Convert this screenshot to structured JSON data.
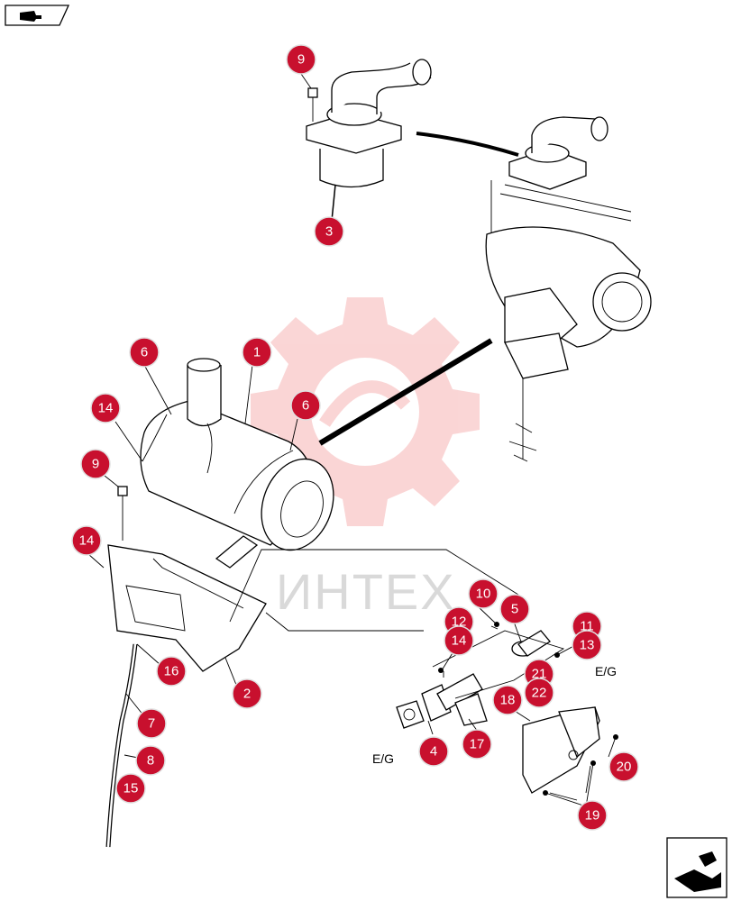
{
  "nav": {
    "top_icon": "book-arrow-icon",
    "bottom_icon": "book-return-icon"
  },
  "watermark": {
    "text": "ИНТЕХ",
    "color": "#f5b8b8"
  },
  "callout_color": "#c8102e",
  "callouts": [
    {
      "id": "c9a",
      "label": "9"
    },
    {
      "id": "c3",
      "label": "3"
    },
    {
      "id": "c6a",
      "label": "6"
    },
    {
      "id": "c1",
      "label": "1"
    },
    {
      "id": "c14a",
      "label": "14"
    },
    {
      "id": "c6b",
      "label": "6"
    },
    {
      "id": "c9b",
      "label": "9"
    },
    {
      "id": "c14b",
      "label": "14"
    },
    {
      "id": "c16",
      "label": "16"
    },
    {
      "id": "c2",
      "label": "2"
    },
    {
      "id": "c7",
      "label": "7"
    },
    {
      "id": "c8",
      "label": "8"
    },
    {
      "id": "c15",
      "label": "15"
    },
    {
      "id": "c10",
      "label": "10"
    },
    {
      "id": "c5",
      "label": "5"
    },
    {
      "id": "c12",
      "label": "12"
    },
    {
      "id": "c14c",
      "label": "14"
    },
    {
      "id": "c11",
      "label": "11"
    },
    {
      "id": "c13",
      "label": "13"
    },
    {
      "id": "c21",
      "label": "21"
    },
    {
      "id": "c22",
      "label": "22"
    },
    {
      "id": "c18",
      "label": "18"
    },
    {
      "id": "c17",
      "label": "17"
    },
    {
      "id": "c4",
      "label": "4"
    },
    {
      "id": "c20",
      "label": "20"
    },
    {
      "id": "c19",
      "label": "19"
    }
  ],
  "labels": {
    "eg_left": "E/G",
    "eg_right": "E/G"
  }
}
